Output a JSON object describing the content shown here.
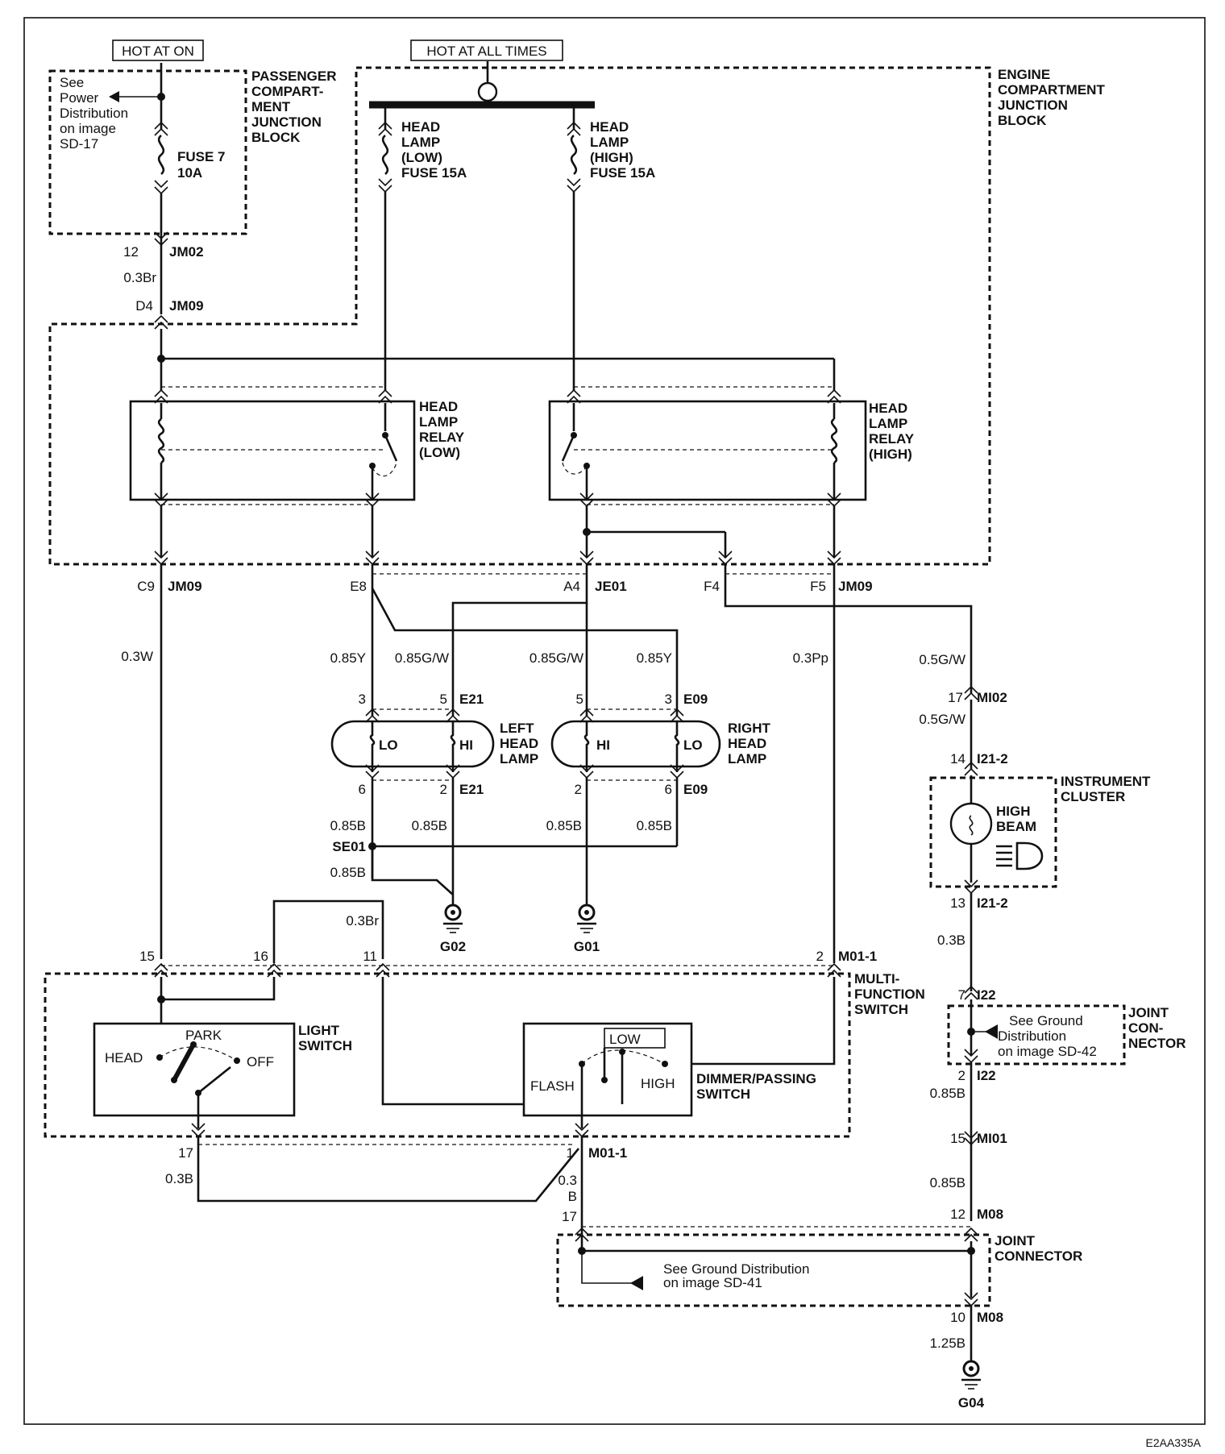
{
  "page_code": "E2AA335A",
  "power": {
    "hot_at_on": "HOT AT ON",
    "hot_at_all_times": "HOT AT ALL TIMES"
  },
  "blocks": {
    "passenger_junction": [
      "PASSENGER",
      "COMPART-",
      "MENT",
      "JUNCTION",
      "BLOCK"
    ],
    "engine_junction": [
      "ENGINE",
      "COMPARTMENT",
      "JUNCTION",
      "BLOCK"
    ],
    "see_power": [
      "See",
      "Power",
      "Distribution",
      "on image",
      "SD-17"
    ]
  },
  "fuses": {
    "fuse7": [
      "FUSE 7",
      "10A"
    ],
    "low": [
      "HEAD",
      "LAMP",
      "(LOW)",
      "FUSE 15A"
    ],
    "high": [
      "HEAD",
      "LAMP",
      "(HIGH)",
      "FUSE 15A"
    ]
  },
  "relays": {
    "low": [
      "HEAD",
      "LAMP",
      "RELAY",
      "(LOW)"
    ],
    "high": [
      "HEAD",
      "LAMP",
      "RELAY",
      "(HIGH)"
    ]
  },
  "lamps": {
    "left": [
      "LEFT",
      "HEAD",
      "LAMP"
    ],
    "right": [
      "RIGHT",
      "HEAD",
      "LAMP"
    ],
    "lo": "LO",
    "hi": "HI"
  },
  "cluster": {
    "label": [
      "INSTRUMENT",
      "CLUSTER"
    ],
    "lamp": [
      "HIGH",
      "BEAM"
    ]
  },
  "joint_connector_upper": {
    "label": [
      "JOINT",
      "CON-",
      "NECTOR"
    ],
    "note": [
      "See Ground",
      "Distribution",
      "on image SD-42"
    ]
  },
  "joint_connector_lower": {
    "label": [
      "JOINT",
      "CONNECTOR"
    ],
    "note": [
      "See Ground Distribution",
      "on image SD-41"
    ]
  },
  "switches": {
    "multi_function": [
      "MULTI-",
      "FUNCTION",
      "SWITCH"
    ],
    "light_switch": [
      "LIGHT",
      "SWITCH"
    ],
    "head": "HEAD",
    "park": "PARK",
    "off": "OFF",
    "dimmer": [
      "DIMMER/PASSING",
      "SWITCH"
    ],
    "low": "LOW",
    "flash": "FLASH",
    "high": "HIGH"
  },
  "grounds": [
    "G02",
    "G01",
    "G04"
  ],
  "connectors": {
    "JM02": "JM02",
    "JM09": "JM09",
    "JE01": "JE01",
    "E21": "E21",
    "E09": "E09",
    "MI02": "MI02",
    "I21_2": "I21-2",
    "I22": "I22",
    "MI01": "MI01",
    "M08": "M08",
    "M01_1": "M01-1",
    "SE01": "SE01"
  },
  "pins": {
    "p12": "12",
    "D4": "D4",
    "C9": "C9",
    "E8": "E8",
    "A4": "A4",
    "F4": "F4",
    "F5": "F5",
    "p3": "3",
    "p5": "5",
    "p5b": "5",
    "p3b": "3",
    "p6": "6",
    "p2": "2",
    "p2b": "2",
    "p6b": "6",
    "p17": "17",
    "p14": "14",
    "p13": "13",
    "p7": "7",
    "p2c": "2",
    "p15": "15",
    "p12b": "12",
    "p10": "10",
    "s15": "15",
    "s16": "16",
    "s11": "11",
    "s2": "2",
    "s17": "17",
    "s1": "1",
    "s17b": "17"
  },
  "wires": {
    "w03Br": "0.3Br",
    "w03W": "0.3W",
    "w085Y": "0.85Y",
    "w085GW": "0.85G/W",
    "w085GWb": "0.85G/W",
    "w085Yb": "0.85Y",
    "w03Pp": "0.3Pp",
    "w05GW": "0.5G/W",
    "w05GWb": "0.5G/W",
    "w085B1": "0.85B",
    "w085B2": "0.85B",
    "w085B3": "0.85B",
    "w085B4": "0.85B",
    "w085B5": "0.85B",
    "w03Brb": "0.3Br",
    "w03B": "0.3B",
    "w03Bc": "0.3B",
    "w03Bv1": "0.3",
    "w03Bv2": "B",
    "w085Bc": "0.85B",
    "w085Bd": "0.85B",
    "w125B": "1.25B"
  }
}
